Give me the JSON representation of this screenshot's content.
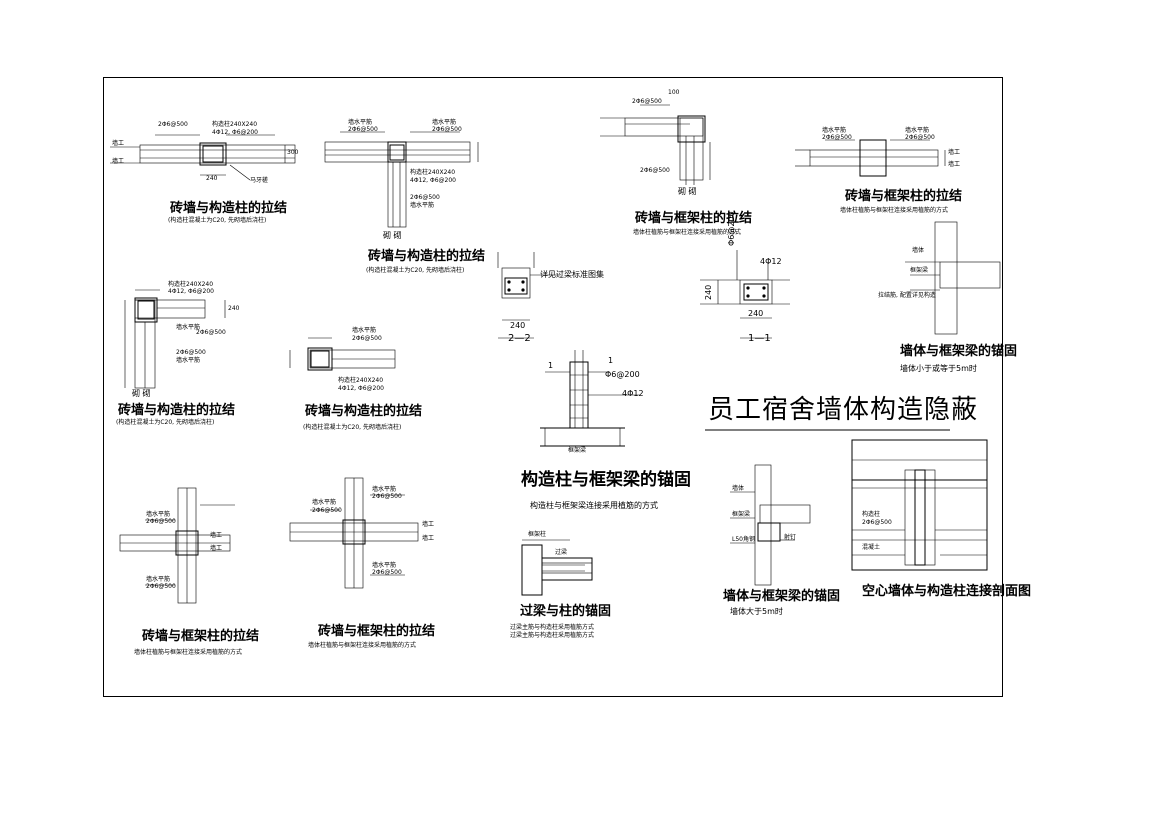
{
  "sheet_title": "员工宿舍墙体构造隐蔽",
  "details": {
    "d1": {
      "caption": "砖墙与构造柱的拉结",
      "note": "(构造柱混凝土为C20, 先砌墙后浇柱)",
      "labels": [
        "2Φ6@500",
        "构造柱240X240",
        "4Φ12, Φ6@200",
        "墙工",
        "墙工",
        "马牙槎",
        "240",
        "300"
      ]
    },
    "d2": {
      "caption": "砖墙与构造柱的拉结",
      "note": "(构造柱混凝土为C20, 先砌墙后浇柱)",
      "labels": [
        "墙水平筋",
        "2Φ6@500",
        "墙水平筋",
        "2Φ6@500",
        "构造柱240X240",
        "4Φ12, Φ6@200",
        "2Φ6@500",
        "墙水平筋",
        "砌 砌"
      ]
    },
    "d3": {
      "caption": "砖墙与框架柱的拉结",
      "note": "墙体柱植筋与框架柱连接采用植筋的方式",
      "labels": [
        "100",
        "2Φ6@500",
        "2Φ6@500",
        "砌 砌"
      ]
    },
    "d4": {
      "caption": "砖墙与框架柱的拉结",
      "note": "墙体柱植筋与框架柱连接采用植筋的方式",
      "labels": [
        "墙水平筋",
        "2Φ6@500",
        "墙水平筋",
        "2Φ6@500",
        "墙工",
        "墙工"
      ]
    },
    "d5": {
      "caption": "砖墙与构造柱的拉结",
      "note": "(构造柱混凝土为C20, 先砌墙后浇柱)",
      "labels": [
        "构造柱240X240",
        "4Φ12, Φ6@200",
        "墙水平筋",
        "2Φ6@500",
        "2Φ6@500",
        "墙水平筋",
        "240",
        "砌 砌"
      ]
    },
    "d6": {
      "caption": "砖墙与构造柱的拉结",
      "note": "(构造柱混凝土为C20, 先砌墙后浇柱)",
      "labels": [
        "墙水平筋",
        "2Φ6@500",
        "构造柱240X240",
        "4Φ12, Φ6@200"
      ]
    },
    "d7": {
      "section_label": "2—2",
      "ref_note": "详见过梁标准图集",
      "labels": [
        "240"
      ]
    },
    "d8": {
      "section_label": "1—1",
      "labels": [
        "4Φ12",
        "Φ6@200",
        "240",
        "240"
      ]
    },
    "d9": {
      "caption": "墙体与框架梁的锚固",
      "note": "墙体小于或等于5m时",
      "labels": [
        "墙体",
        "框架梁",
        "拉结筋, 配置详见构造"
      ]
    },
    "d10": {
      "caption": "构造柱与框架梁的锚固",
      "note": "构造柱与框架梁连接采用植筋的方式",
      "labels": [
        "1",
        "Φ6@200",
        "4Φ12",
        "框架梁",
        "1"
      ]
    },
    "d11": {
      "caption": "砖墙与框架柱的拉结",
      "note": "墙体柱植筋与框架柱连接采用植筋的方式",
      "labels": [
        "墙水平筋",
        "2Φ6@500",
        "墙工",
        "墙工",
        "墙水平筋",
        "2Φ6@500"
      ]
    },
    "d12": {
      "caption": "砖墙与框架柱的拉结",
      "note": "墙体柱植筋与框架柱连接采用植筋的方式",
      "labels": [
        "墙水平筋",
        "2Φ6@500",
        "墙水平筋",
        "2Φ6@500",
        "墙工",
        "墙工",
        "墙水平筋",
        "2Φ6@500"
      ]
    },
    "d13": {
      "caption": "过梁与柱的锚固",
      "note": "过梁主筋与构造柱采用植筋方式",
      "note2": "过梁主筋与构造柱采用植筋方式",
      "labels": [
        "过梁",
        "框架柱"
      ]
    },
    "d14": {
      "caption": "墙体与框架梁的锚固",
      "note": "墙体大于5m时",
      "labels": [
        "墙体",
        "框架梁",
        "L50角钢",
        "射钉"
      ]
    },
    "d15": {
      "caption": "空心墙体与构造柱连接剖面图",
      "labels": [
        "构造柱",
        "2Φ6@500",
        "混凝土"
      ]
    }
  }
}
